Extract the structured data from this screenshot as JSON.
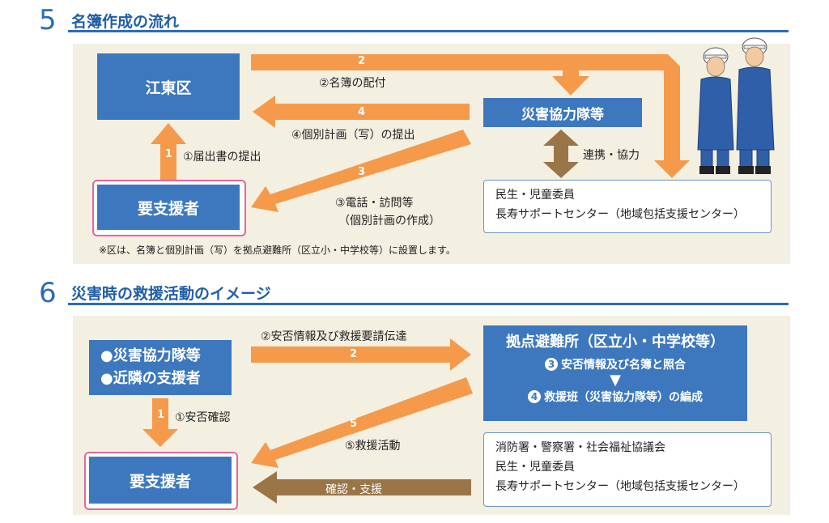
{
  "section5": {
    "number": "5",
    "title": "名簿作成の流れ",
    "koto_label": "江東区",
    "corps_label": "災害協力隊等",
    "needy_label": "要支援者",
    "partners_line1": "民生・児童委員",
    "partners_line2": "長寿サポートセンター（地域包括支援センター）",
    "arrow2_num": "2",
    "arrow2_text": "②名簿の配付",
    "arrow4_num": "4",
    "arrow4_text": "④個別計画（写）の提出",
    "arrow1_num": "1",
    "arrow1_text": "①届出書の提出",
    "arrow3_num": "3",
    "arrow3_text_line1": "③電話・訪問等",
    "arrow3_text_line2": "（個別計画の作成）",
    "link_text": "連携・協力",
    "note": "※区は、名簿と個別計画（写）を拠点避難所（区立小・中学校等）に設置します。"
  },
  "section6": {
    "number": "6",
    "title": "災害時の救援活動のイメージ",
    "helpers_line1": "●災害協力隊等",
    "helpers_line2": "●近隣の支援者",
    "needy_label": "要支援者",
    "shelter_title": "拠点避難所（区立小・中学校等）",
    "step3_num": "3",
    "step3_text": "安否情報及び名簿と照合",
    "step4_num": "4",
    "step4_text": "救援班（災害協力隊等）の編成",
    "arrow2_num": "2",
    "arrow2_text": "②安否情報及び救援要請伝達",
    "arrow1_num": "1",
    "arrow1_text": "①安否確認",
    "arrow5_num": "5",
    "arrow5_text": "⑤救援活動",
    "confirm_text": "確認・支援",
    "partners_line1": "消防署・警察署・社会福祉協議会",
    "partners_line2": "民生・児童委員",
    "partners_line3": "長寿サポートセンター（地域包括支援センター）"
  },
  "colors": {
    "blue_box": "#3d78bf",
    "orange_arrow": "#f59a4a",
    "brown_arrow": "#9a7548",
    "panel": "#f3efe1",
    "pink_frame": "#e3679a",
    "title_blue": "#1f5ea8"
  }
}
